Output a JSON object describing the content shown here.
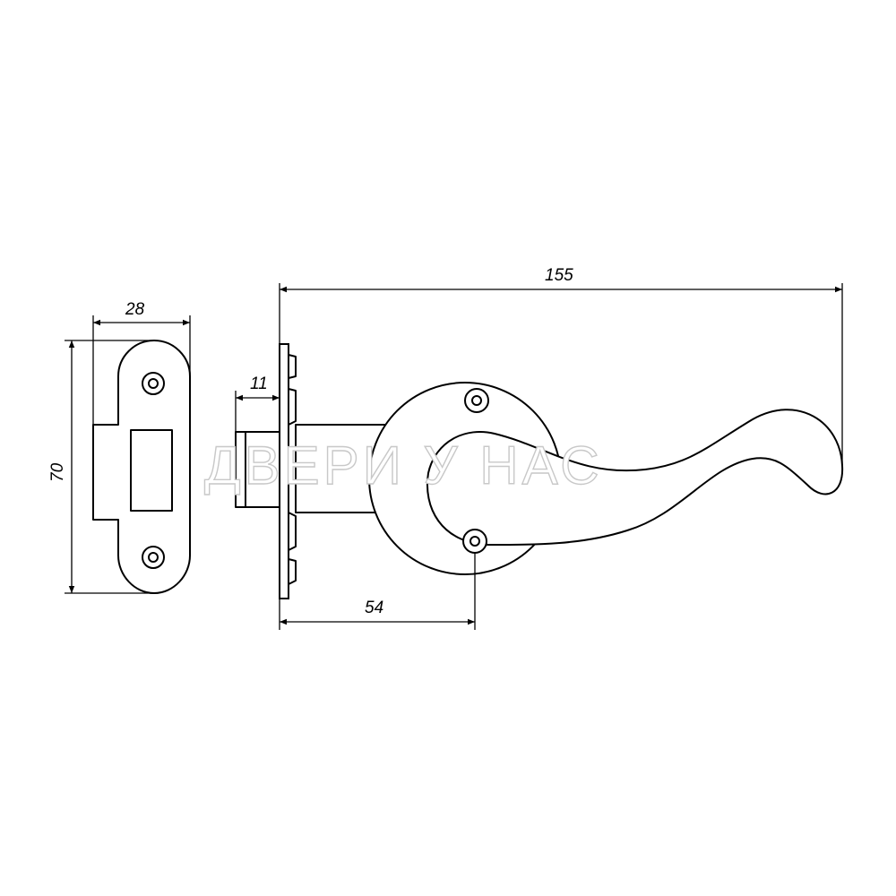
{
  "dimensions": {
    "overall_length": "155",
    "strike_width": "28",
    "strike_height": "70",
    "latch_offset": "11",
    "rose_offset": "54"
  },
  "watermark": "ДВЕРИ У НАС",
  "colors": {
    "line": "#000000",
    "watermark_outline": "#c8c8c8",
    "background": "#ffffff"
  }
}
